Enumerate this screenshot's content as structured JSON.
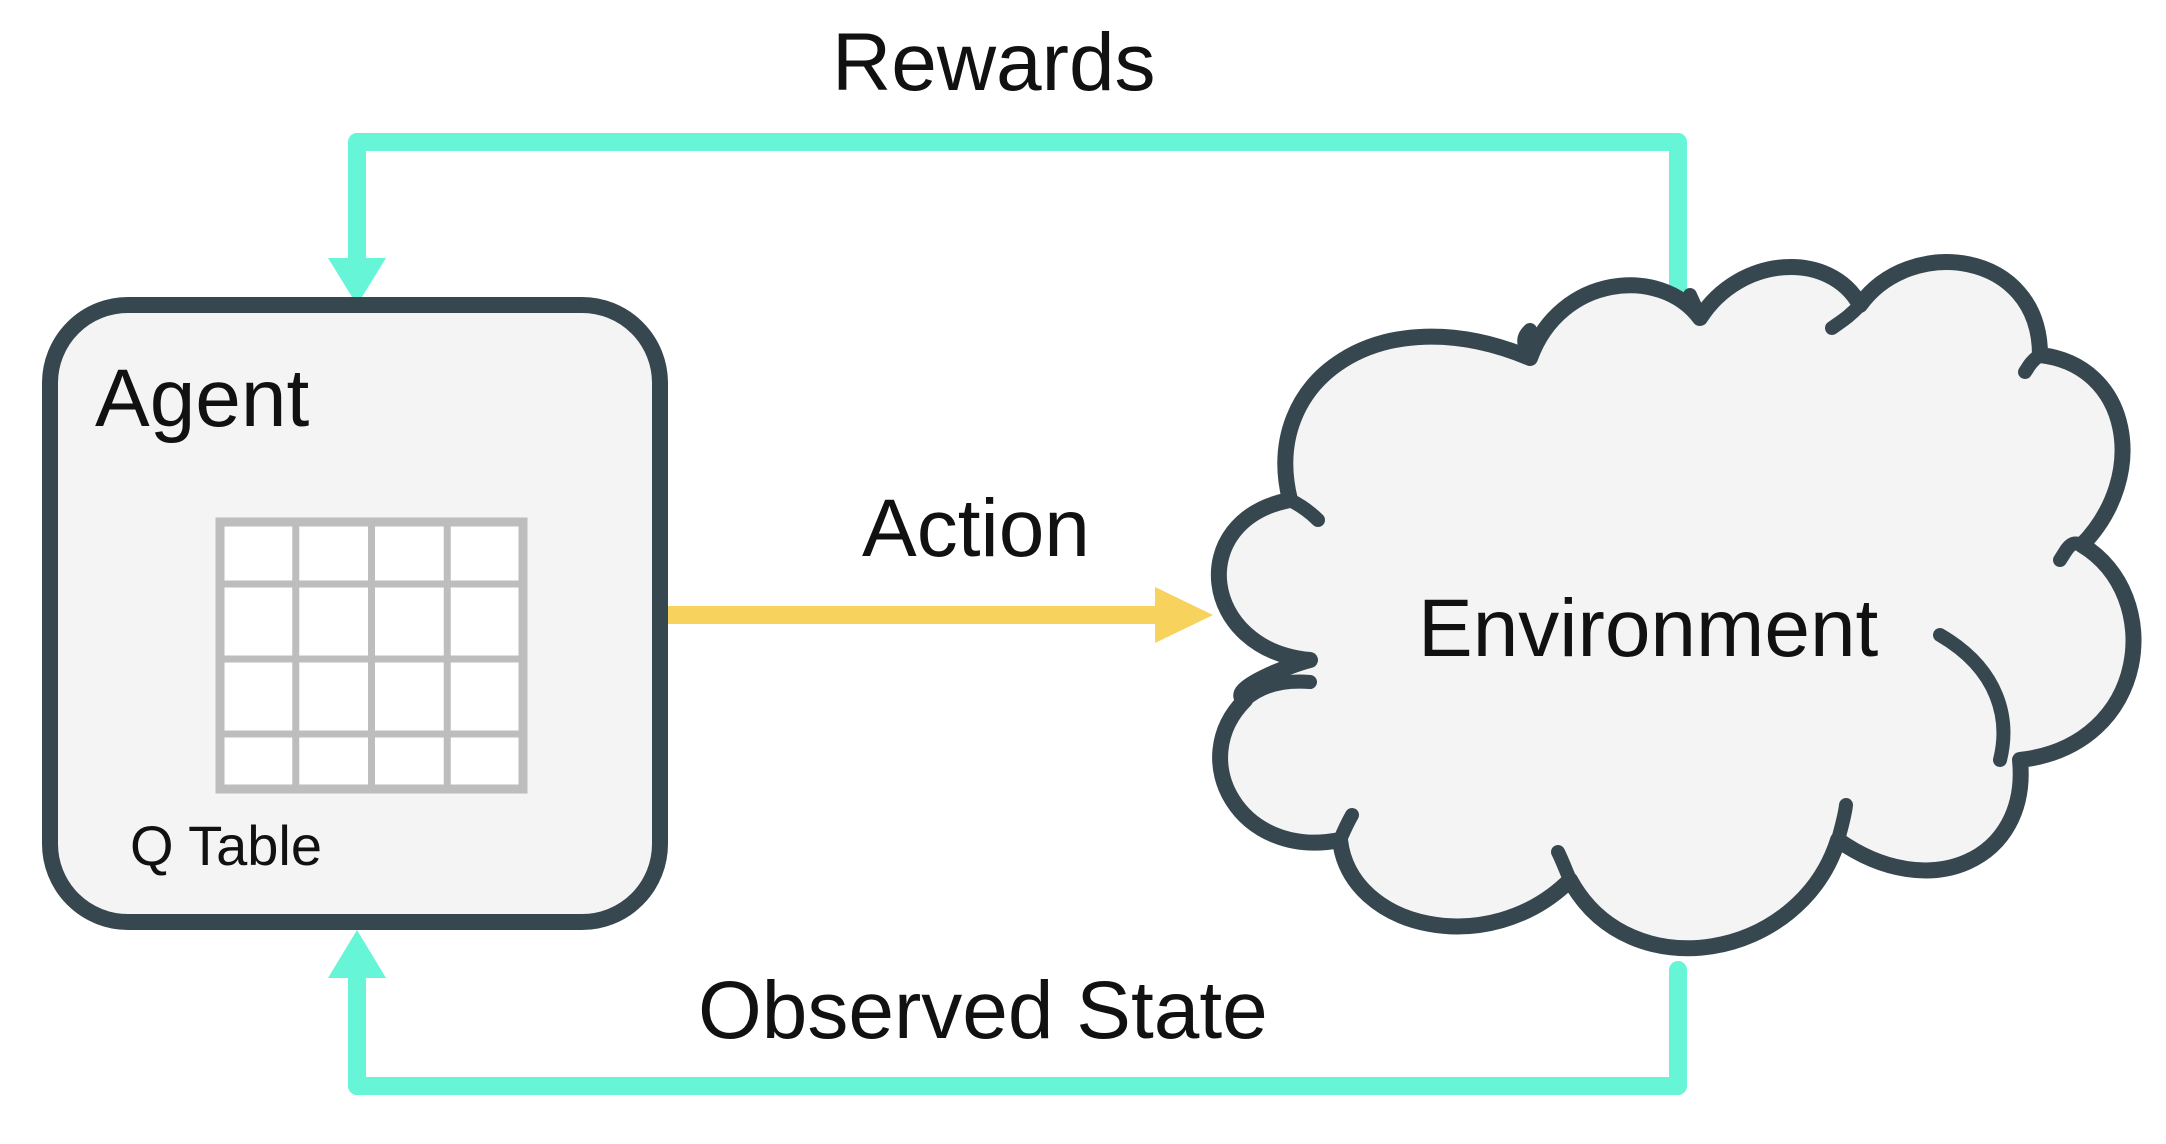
{
  "diagram": {
    "labels": {
      "rewards": "Rewards",
      "action": "Action",
      "observed_state": "Observed State",
      "agent": "Agent",
      "q_table": "Q Table",
      "environment": "Environment"
    },
    "colors": {
      "feedback_arrows": "#66f5d6",
      "action_arrow": "#f7d25c",
      "node_outline": "#37474f",
      "node_fill": "#f4f4f4",
      "table_grid": "#bdbdbd",
      "text": "#111111"
    },
    "nodes": [
      "agent",
      "environment"
    ],
    "edges": [
      {
        "from": "environment",
        "to": "agent",
        "label_key": "rewards"
      },
      {
        "from": "agent",
        "to": "environment",
        "label_key": "action"
      },
      {
        "from": "environment",
        "to": "agent",
        "label_key": "observed_state"
      }
    ],
    "q_table_grid": {
      "rows": 4,
      "cols": 4
    }
  }
}
